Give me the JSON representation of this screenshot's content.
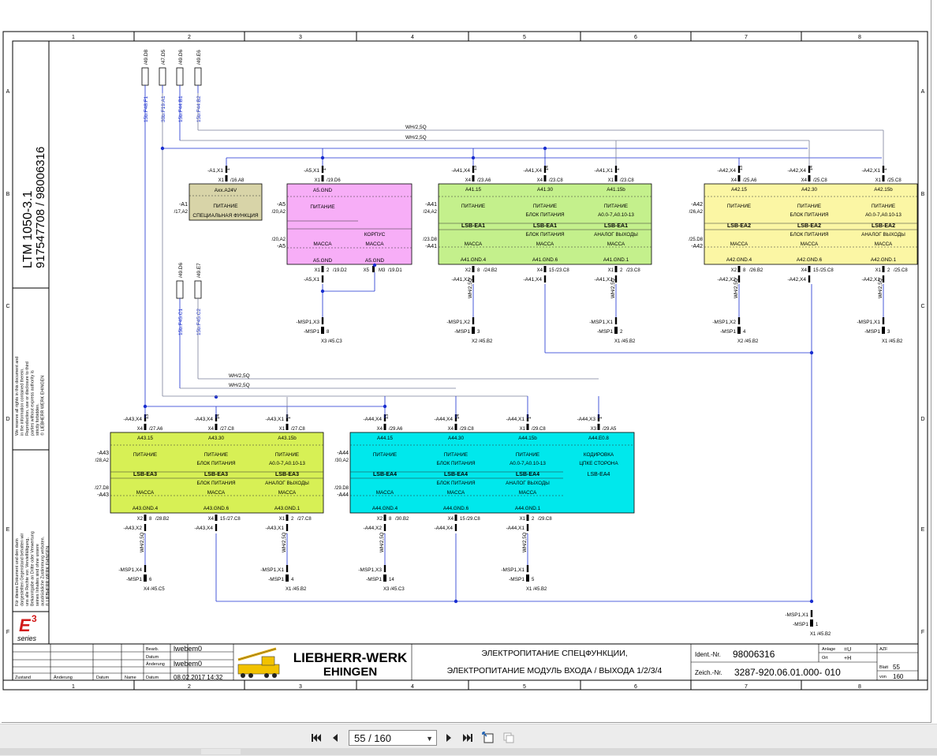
{
  "drawing": {
    "col_labels": [
      "1",
      "2",
      "3",
      "4",
      "5",
      "6",
      "7",
      "8"
    ],
    "row_labels": [
      "A",
      "B",
      "C",
      "D",
      "E",
      "F"
    ],
    "vertical_title": "LTM 1050-3.1",
    "vertical_ids": "917547708  /  98006316",
    "rights_en": "We reserve all rights in this document and in the information contained therein. Reproduction, use or disclosure to third parties without express authority is strictly forbidden.",
    "rights_en_org": "© LIEBHERR WERK EHINGEN",
    "rights_de": "Für dieses Dokument und den darin dargestellten Gegenstand behalten wir uns alle Rechte vor. Vervielfältigung, Bekanntgabe an Dritte oder Verwertung seines Inhaltes sind ohne unsere ausdrückliche Zustimmung verboten.",
    "rights_de_org": "© LIEBHERR WERK EHINGEN",
    "e3_logo": "E3",
    "e3_series": "series",
    "fuses": [
      {
        "ref": "/49.D8",
        "label": "15b.F48.F1"
      },
      {
        "ref": "/47.D5",
        "label": "30b.F19.A1"
      },
      {
        "ref": "/49.D6",
        "label": "15b.F44.B1"
      },
      {
        "ref": "/49.E6",
        "label": "15b.F44.B2"
      },
      {
        "ref": "/49.D6",
        "label": "15b.F45.C1"
      },
      {
        "ref": "/49.E7",
        "label": "15b.F45.C2"
      }
    ],
    "wire_label": "WH/2,5Q",
    "modules": {
      "a1": {
        "conn": "-A1,X1",
        "pin": "1",
        "top_label": "Axx.A24V",
        "page_ref": "/16.A8",
        "power": "ПИТАНИЕ",
        "func": "СПЕЦИАЛЬНАЯ ФУНКЦИЯ",
        "side_tag": "-A1",
        "side_ref": "/17,A2"
      },
      "a5": {
        "conn": "-A5,X1",
        "pin": "1",
        "page_ref": "/19.D6",
        "top_label": "A5.GND",
        "power": "ПИТАНИЕ",
        "housing": "КОРПУС",
        "mass": "МАССА",
        "bot_left": "A5.GND",
        "bot_right": "A5.GND",
        "side_tag": "-A5",
        "side_ref_top": "/20,A2",
        "side_ref_bot": "/20,A2",
        "side_tag_bot": "-A5",
        "out_conn": "-A5,X1",
        "out_pin": "2",
        "out_ref": "/19.D2",
        "x5": "X5",
        "m3": "M3",
        "m3_ref": "/19.D1",
        "msp_conn": "-MSP1,X3",
        "msp": "-MSP1",
        "msp_pin": "8",
        "msp_ref": "X3 /45.C3"
      },
      "a41": {
        "tag": "-A41",
        "side_ref_top": "/24,A2",
        "side_ref_bot": "/23.D8",
        "cols": [
          {
            "conn": "-A41,X4",
            "pin": "13",
            "pin_ref": "/23.A6",
            "pin_top": "X4",
            "top_label": "A41.15",
            "power": "ПИТАНИЕ",
            "sub": "",
            "lsb": "LSB-EA1",
            "sub2": "",
            "mass": "МАССА",
            "bot_label": "A41.GND.4",
            "out_conn": "-A41,X2",
            "out_pin": "8",
            "out_ref": "/24.B2",
            "msp_conn": "-MSP1,X2",
            "msp": "-MSP1",
            "msp_pin": "3",
            "msp_ref": "X2 /45.B2"
          },
          {
            "conn": "-A41,X4",
            "pin": "14",
            "pin_ref": "/23.C8",
            "pin_top": "X4",
            "top_label": "A41.30",
            "power": "ПИТАНИЕ",
            "sub": "БЛОК ПИТАНИЯ",
            "lsb": "LSB-EA1",
            "sub2": "БЛОК ПИТАНИЯ",
            "mass": "МАССА",
            "bot_label": "A41.GND.6",
            "out_conn": "-A41,X4",
            "out_pin": "15",
            "out_ref": "/23.C8"
          },
          {
            "conn": "-A41,X1",
            "pin": "1",
            "pin_ref": "/23.C8",
            "pin_top": "X1",
            "top_label": "A41.15b",
            "power": "ПИТАНИЕ",
            "sub": "A0.0-7,A0.10-13",
            "lsb": "LSB-EA1",
            "sub2": "АНАЛОГ ВЫХОДЫ",
            "mass": "МАССА",
            "bot_label": "A41.GND.1",
            "out_conn": "-A41,X1",
            "out_pin": "2",
            "out_ref": "/23.C8",
            "msp_conn": "-MSP1,X1",
            "msp": "-MSP1",
            "msp_pin": "2",
            "msp_ref": "X1 /45.B2"
          }
        ]
      },
      "a42": {
        "tag": "-A42",
        "side_ref_top": "/26,A2",
        "side_ref_bot": "/25.D8",
        "cols": [
          {
            "conn": "-A42,X4",
            "pin": "13",
            "pin_ref": "/25.A6",
            "pin_top": "X4",
            "top_label": "A42.15",
            "power": "ПИТАНИЕ",
            "sub": "",
            "lsb": "LSB-EA2",
            "sub2": "",
            "mass": "МАССА",
            "bot_label": "A42.GND.4",
            "out_conn": "-A42,X2",
            "out_pin": "8",
            "out_ref": "/26.B2",
            "msp_conn": "-MSP1,X2",
            "msp": "-MSP1",
            "msp_pin": "4",
            "msp_ref": "X2 /45.B2"
          },
          {
            "conn": "-A42,X4",
            "pin": "14",
            "pin_ref": "/25.C8",
            "pin_top": "X4",
            "top_label": "A42.30",
            "power": "ПИТАНИЕ",
            "sub": "БЛОК ПИТАНИЯ",
            "lsb": "LSB-EA2",
            "sub2": "БЛОК ПИТАНИЯ",
            "mass": "МАССА",
            "bot_label": "A42.GND.6",
            "out_conn": "-A42,X4",
            "out_pin": "15",
            "out_ref": "/25.C8"
          },
          {
            "conn": "-A42,X1",
            "pin": "1",
            "pin_ref": "/25.C8",
            "pin_top": "X1",
            "top_label": "A42.15b",
            "power": "ПИТАНИЕ",
            "sub": "A0.0-7,A0.10-13",
            "lsb": "LSB-EA2",
            "sub2": "АНАЛОГ ВЫХОДЫ",
            "mass": "МАССА",
            "bot_label": "A42.GND.1",
            "out_conn": "-A42,X1",
            "out_pin": "2",
            "out_ref": "/25.C8",
            "msp_conn": "-MSP1,X1",
            "msp": "-MSP1",
            "msp_pin": "3",
            "msp_ref": "X1 /45.B2"
          }
        ]
      },
      "a43": {
        "tag": "-A43",
        "side_ref_top": "/28,A2",
        "side_ref_bot": "/27.D8",
        "cols": [
          {
            "conn": "-A43,X4",
            "pin": "13",
            "pin_ref": "/27.A6",
            "pin_top": "X4",
            "top_label": "A43.15",
            "power": "ПИТАНИЕ",
            "sub": "",
            "lsb": "LSB-EA3",
            "sub2": "",
            "mass": "МАССА",
            "bot_label": "A43.GND.4",
            "out_conn": "-A43,X2",
            "out_pin": "8",
            "out_ref": "/28.B2",
            "msp_conn": "-MSP1,X4",
            "msp": "-MSP1",
            "msp_pin": "6",
            "msp_ref": "X4 /45.C5"
          },
          {
            "conn": "-A43,X4",
            "pin": "14",
            "pin_ref": "/27.C8",
            "pin_top": "X4",
            "top_label": "A43.30",
            "power": "ПИТАНИЕ",
            "sub": "БЛОК ПИТАНИЯ",
            "lsb": "LSB-EA3",
            "sub2": "БЛОК ПИТАНИЯ",
            "mass": "МАССА",
            "bot_label": "A43.GND.6",
            "out_conn": "-A43,X4",
            "out_pin": "15",
            "out_ref": "/27.C8"
          },
          {
            "conn": "-A43,X1",
            "pin": "1",
            "pin_ref": "/27.C8",
            "pin_top": "X1",
            "top_label": "A43.15b",
            "power": "ПИТАНИЕ",
            "sub": "A0.0-7,A0.10-13",
            "lsb": "LSB-EA3",
            "sub2": "АНАЛОГ ВЫХОДЫ",
            "mass": "МАССА",
            "bot_label": "A43.GND.1",
            "out_conn": "-A43,X1",
            "out_pin": "2",
            "out_ref": "/27.C8",
            "msp_conn": "-MSP1,X1",
            "msp": "-MSP1",
            "msp_pin": "4",
            "msp_ref": "X1 /45.B2"
          }
        ]
      },
      "a44": {
        "tag": "-A44",
        "side_ref_top": "/30,A2",
        "side_ref_bot": "/29.D8",
        "cols": [
          {
            "conn": "-A44,X4",
            "pin": "13",
            "pin_ref": "/29.A6",
            "pin_top": "X4",
            "top_label": "A44.15",
            "power": "ПИТАНИЕ",
            "sub": "",
            "lsb": "LSB-EA4",
            "sub2": "",
            "mass": "МАССА",
            "bot_label": "A44.GND.4",
            "out_conn": "-A44,X2",
            "out_pin": "8",
            "out_ref": "/30.B2",
            "msp_conn": "-MSP1,X3",
            "msp": "-MSP1",
            "msp_pin": "14",
            "msp_ref": "X3 /45.C3"
          },
          {
            "conn": "-A44,X4",
            "pin": "14",
            "pin_ref": "/29.C8",
            "pin_top": "X4",
            "top_label": "A44.30",
            "power": "ПИТАНИЕ",
            "sub": "БЛОК ПИТАНИЯ",
            "lsb": "LSB-EA4",
            "sub2": "БЛОК ПИТАНИЯ",
            "mass": "МАССА",
            "bot_label": "A44.GND.6",
            "out_conn": "-A44,X4",
            "out_pin": "15",
            "out_ref": "/29.C8"
          },
          {
            "conn": "-A44,X1",
            "pin": "1",
            "pin_ref": "/29.C8",
            "pin_top": "X1",
            "top_label": "A44.15b",
            "power": "ПИТАНИЕ",
            "sub": "A0.0-7,A0.10-13",
            "lsb": "LSB-EA4",
            "sub2": "АНАЛОГ ВЫХОДЫ",
            "mass": "МАССА",
            "bot_label": "A44.GND.1",
            "out_conn": "-A44,X1",
            "out_pin": "2",
            "out_ref": "/29.C8",
            "msp_conn": "-MSP1,X1",
            "msp": "-MSP1",
            "msp_pin": "5",
            "msp_ref": "X1 /45.B2"
          },
          {
            "conn": "-A44,X3",
            "pin": "1",
            "pin_ref": "/29.A5",
            "pin_top": "X3",
            "top_label": "A44.E0.8",
            "power": "КОДИРОВКА",
            "sub": "ЦПКЕ СТОРОНА",
            "lsb": "LSB-EA4"
          }
        ]
      }
    },
    "msp_final": {
      "conn": "-MSP1,X1",
      "msp": "-MSP1",
      "pin": "1",
      "ref": "X1 /45.B2"
    },
    "title_block": {
      "rows": [
        {
          "label": "Bearb.",
          "value": "lwebem0"
        },
        {
          "label": "Datum",
          "value": ""
        },
        {
          "label": "Änderung",
          "value": "lwebem0"
        },
        {
          "label": "Datum",
          "value": "08.02.2017  14:32"
        }
      ],
      "rev_headers": [
        "Zustand",
        "Änderung",
        "Datum",
        "Name"
      ],
      "company_line1": "LIEBHERR-WERK",
      "company_line2": "EHINGEN",
      "title_line1": "ЭЛЕКТРОПИТАНИЕ СПЕЦФУНКЦИИ,",
      "title_line2": "ЭЛЕКТРОПИТАНИЕ МОДУЛЬ ВХОДА / ВЫХОДА 1/2/3/4",
      "ident_label": "Ident.-Nr.",
      "ident_value": "98006316",
      "zeich_label": "Zeich.-Nr.",
      "zeich_value": "3287-920.06.01.000- 010",
      "anlage_label": "Anlage",
      "anlage_value": "=U",
      "ort_label": "Ort",
      "ort_value": "+H",
      "azf_label": "AZF",
      "blatt_label": "Blatt",
      "blatt_value": "55",
      "von_label": "von",
      "von_value": "160"
    }
  },
  "viewer": {
    "page_select_value": "55 / 160",
    "icons": [
      "first-page-icon",
      "prev-page-icon",
      "next-page-icon",
      "last-page-icon",
      "fit-page-icon",
      "fit-width-icon"
    ]
  }
}
